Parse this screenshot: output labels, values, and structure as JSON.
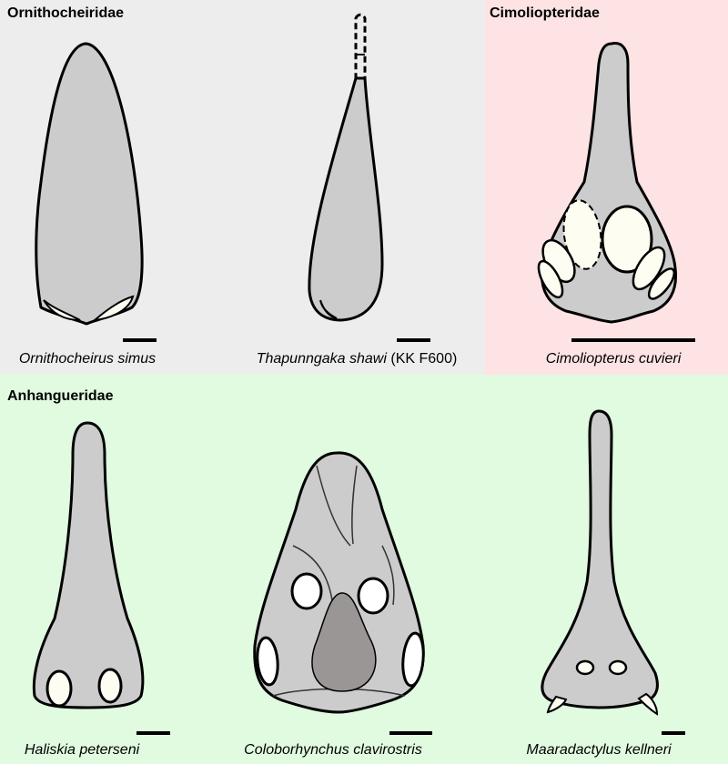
{
  "families": {
    "ornithocheiridae": "Ornithocheiridae",
    "cimoliopteridae": "Cimoliopteridae",
    "anhangueridae": "Anhangueridae"
  },
  "species": {
    "ornithocheirus": {
      "name": "Ornithocheirus simus",
      "specimen": ""
    },
    "thapunngaka": {
      "name": "Thapunngaka shawi",
      "specimen": "(KK F600)"
    },
    "cimoliopterus": {
      "name": "Cimoliopterus cuvieri",
      "specimen": ""
    },
    "haliskia": {
      "name": "Haliskia peterseni",
      "specimen": ""
    },
    "coloborhynchus": {
      "name": "Coloborhynchus clavirostris",
      "specimen": ""
    },
    "maaradactylus": {
      "name": "Maaradactylus kellneri",
      "specimen": ""
    }
  },
  "colors": {
    "ornithocheiridae_bg": "#ededed",
    "cimoliopteridae_bg": "#fde3e3",
    "anhangueridae_bg": "#e0fbe0",
    "bone_fill": "#cdcccc",
    "opening_fill": "#fdfdf2",
    "palate_fill": "#9b9696",
    "outline": "#000000"
  }
}
